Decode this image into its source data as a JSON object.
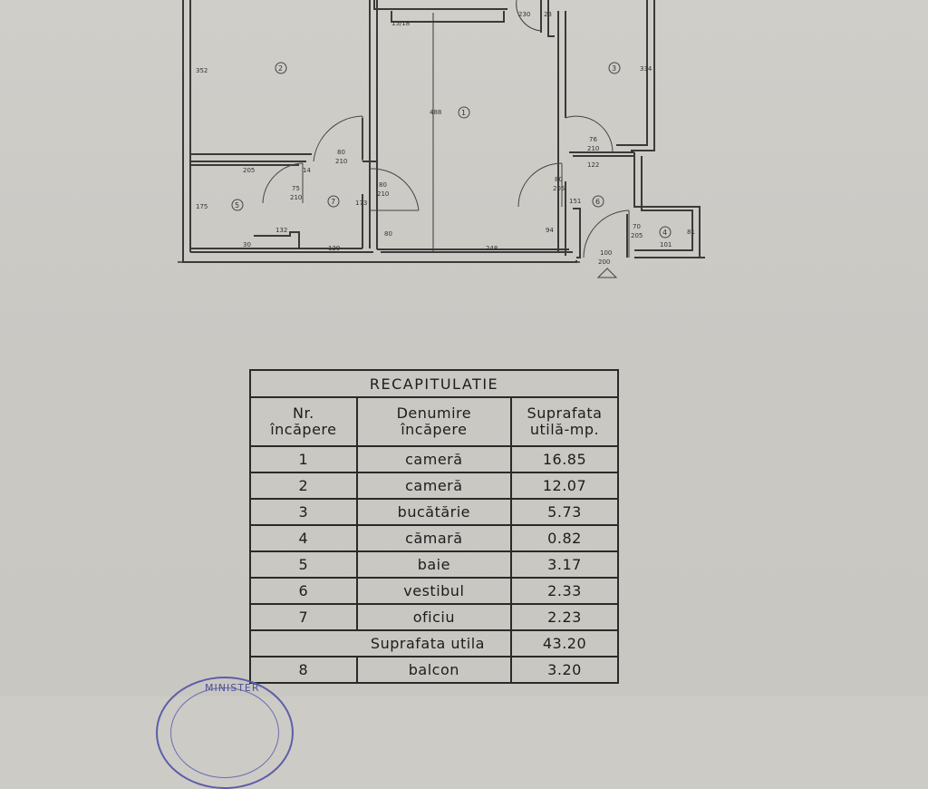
{
  "plan": {
    "room_numbers": [
      "1",
      "2",
      "3",
      "4",
      "5",
      "6",
      "7"
    ],
    "dims": {
      "d352": "352",
      "d1518": "15/18",
      "d230": "230",
      "d23": "23",
      "d334": "334",
      "d488": "488",
      "d80a": "80",
      "d210a": "210",
      "d76a": "76",
      "d210b": "210",
      "d205a": "205",
      "d14": "14",
      "d122": "122",
      "d175": "175",
      "d75": "75",
      "d210c": "210",
      "d173": "173",
      "d80b": "80",
      "d210d": "210",
      "d80c": "80",
      "d205b": "205",
      "d151": "151",
      "d132": "132",
      "d30": "30",
      "d129": "129",
      "d80d": "80",
      "d248": "248",
      "d94": "94",
      "d70": "70",
      "d205c": "205",
      "d101": "101",
      "d81": "81",
      "d100": "100",
      "d200": "200"
    }
  },
  "table": {
    "title": "RECAPITULATIE",
    "headers": {
      "nr": [
        "Nr.",
        "încăpere"
      ],
      "name": [
        "Denumire",
        "încăpere"
      ],
      "area": [
        "Suprafata",
        "utilă-mp."
      ]
    },
    "rows": [
      {
        "nr": "1",
        "name": "cameră",
        "area": "16.85"
      },
      {
        "nr": "2",
        "name": "cameră",
        "area": "12.07"
      },
      {
        "nr": "3",
        "name": "bucătărie",
        "area": "5.73"
      },
      {
        "nr": "4",
        "name": "cămară",
        "area": "0.82"
      },
      {
        "nr": "5",
        "name": "baie",
        "area": "3.17"
      },
      {
        "nr": "6",
        "name": "vestibul",
        "area": "2.33"
      },
      {
        "nr": "7",
        "name": "oficiu",
        "area": "2.23"
      }
    ],
    "total": {
      "label": "Suprafata utila",
      "area": "43.20"
    },
    "extra_rows": [
      {
        "nr": "8",
        "name": "balcon",
        "area": "3.20"
      }
    ]
  },
  "seal": {
    "text": "MINISTER"
  }
}
